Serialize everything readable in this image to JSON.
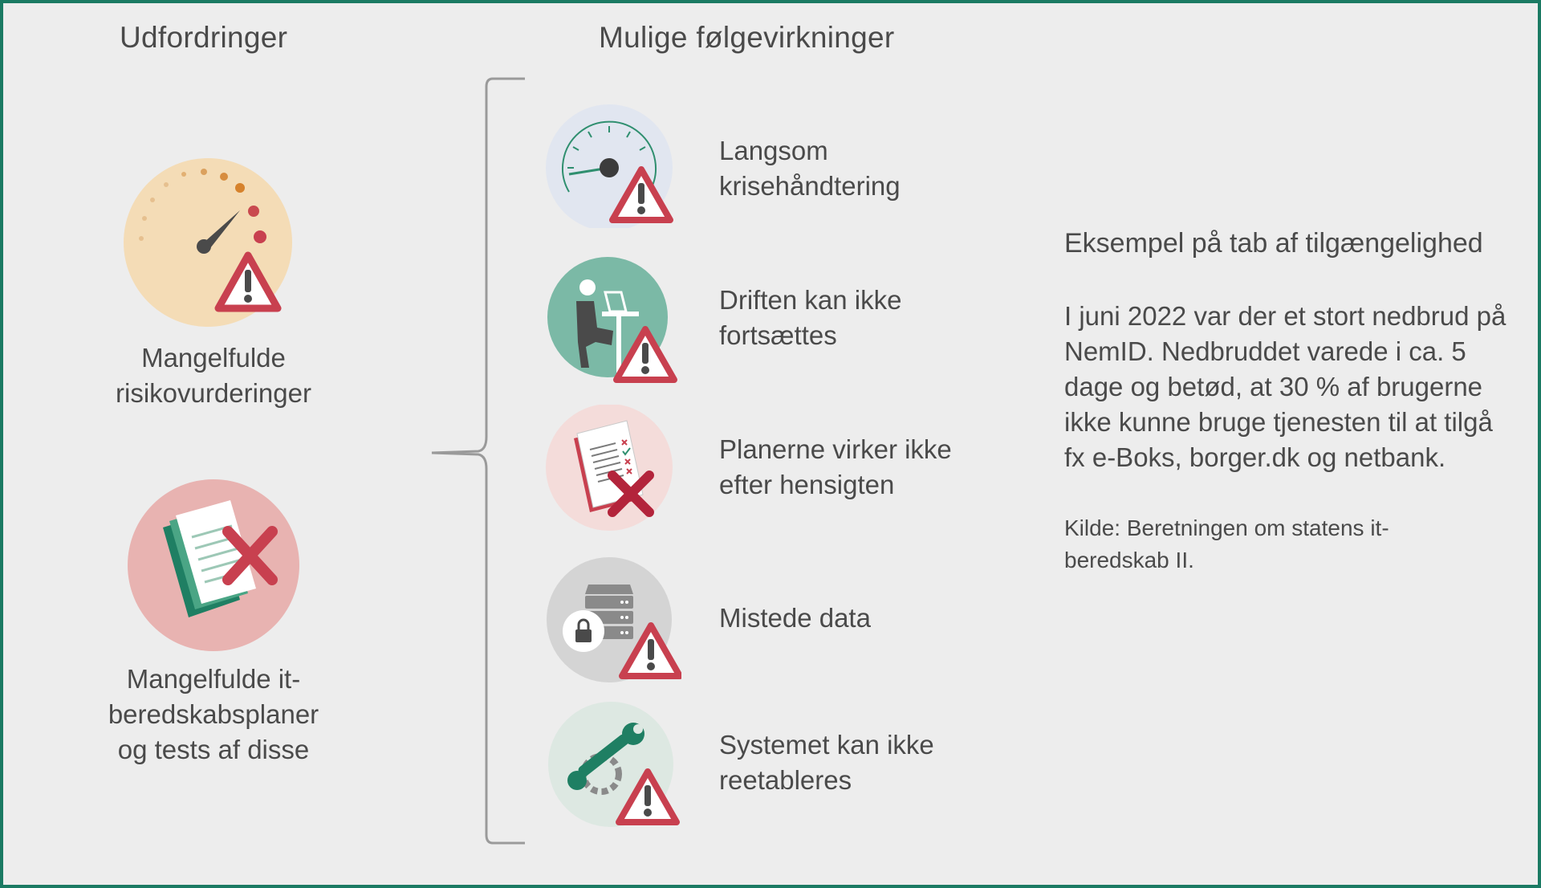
{
  "headings": {
    "challenges": "Udfordringer",
    "consequences": "Mulige følgevirkninger"
  },
  "challenges": [
    {
      "line1": "Mangelfulde",
      "line2": "risikovurderinger",
      "line3": ""
    },
    {
      "line1": "Mangelfulde it-",
      "line2": "beredskabsplaner",
      "line3": "og tests af disse"
    }
  ],
  "consequences": [
    {
      "line1": "Langsom",
      "line2": "krisehåndtering"
    },
    {
      "line1": "Driften kan ikke",
      "line2": "fortsættes"
    },
    {
      "line1": "Planerne virker ikke",
      "line2": "efter hensigten"
    },
    {
      "line1": "Mistede data",
      "line2": ""
    },
    {
      "line1": "Systemet kan ikke",
      "line2": "reetableres"
    }
  ],
  "example": {
    "title": "Eksempel på tab af tilgængelighed",
    "body": "I juni 2022 var der et stort nedbrud på NemID. Nedbruddet varede i ca. 5 dage og betød, at 30 % af brugerne ikke kunne bruge tjenesten til at tilgå fx e-Boks, borger.dk og netbank.",
    "source": "Kilde: Beretningen om statens it-beredskab II."
  },
  "icons": {
    "challenge_1": "risk-gauge-warning-icon",
    "challenge_2": "document-cross-icon",
    "consequence_1": "speedometer-warning-icon",
    "consequence_2": "person-at-desk-warning-icon",
    "consequence_3": "checklist-cross-icon",
    "consequence_4": "server-lock-warning-icon",
    "consequence_5": "tools-warning-icon"
  },
  "colors": {
    "frame": "#1b7a63",
    "warning_red": "#c8404f",
    "green": "#2f8f6f",
    "text": "#4a4a4a"
  }
}
